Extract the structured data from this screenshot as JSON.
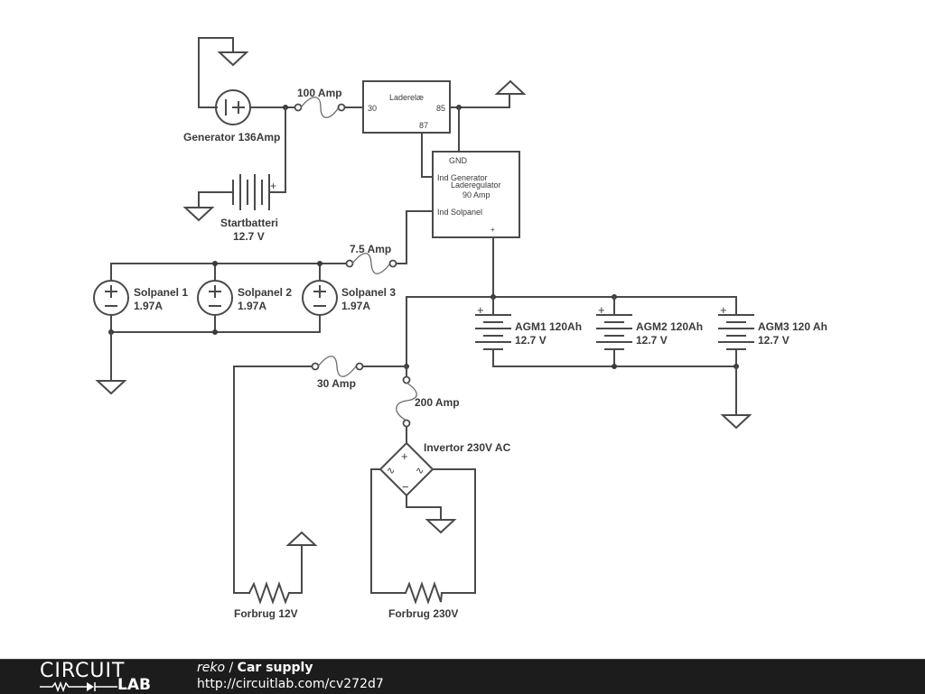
{
  "components": {
    "generator": {
      "label": "Generator 136Amp"
    },
    "fuse_100": {
      "label": "100 Amp"
    },
    "relay": {
      "title": "Laderelæ",
      "pin_30": "30",
      "pin_85": "85",
      "pin_87": "87"
    },
    "start_battery": {
      "name": "Startbatteri",
      "voltage": "12.7 V"
    },
    "regulator": {
      "pin_gnd": "GND",
      "pin_gen": "Ind Generator",
      "title": "Laderegulator",
      "rating": "90 Amp",
      "pin_solar": "Ind Solpanel",
      "pin_plus": "+"
    },
    "fuse_7_5": {
      "label": "7.5 Amp"
    },
    "solar_panels": [
      {
        "name": "Solpanel 1",
        "current": "1.97A"
      },
      {
        "name": "Solpanel 2",
        "current": "1.97A"
      },
      {
        "name": "Solpanel 3",
        "current": "1.97A"
      }
    ],
    "agm_batteries": [
      {
        "name": "AGM1 120Ah",
        "voltage": "12.7 V"
      },
      {
        "name": "AGM2 120Ah",
        "voltage": "12.7 V"
      },
      {
        "name": "AGM3 120 Ah",
        "voltage": "12.7 V"
      }
    ],
    "fuse_30": {
      "label": "30 Amp"
    },
    "fuse_200": {
      "label": "200 Amp"
    },
    "inverter": {
      "label": "Invertor 230V AC"
    },
    "load_12v": {
      "label": "Forbrug 12V"
    },
    "load_230v": {
      "label": "Forbrug 230V"
    }
  },
  "symbols": {
    "plus": "+",
    "minus": "−",
    "ac": "∿",
    "gen": "I +"
  },
  "footer": {
    "logo_top": "CIRCUIT",
    "logo_bottom": "LAB",
    "user": "reko",
    "separator": " / ",
    "title": "Car supply",
    "url": "http://circuitlab.com/cv272d7"
  }
}
